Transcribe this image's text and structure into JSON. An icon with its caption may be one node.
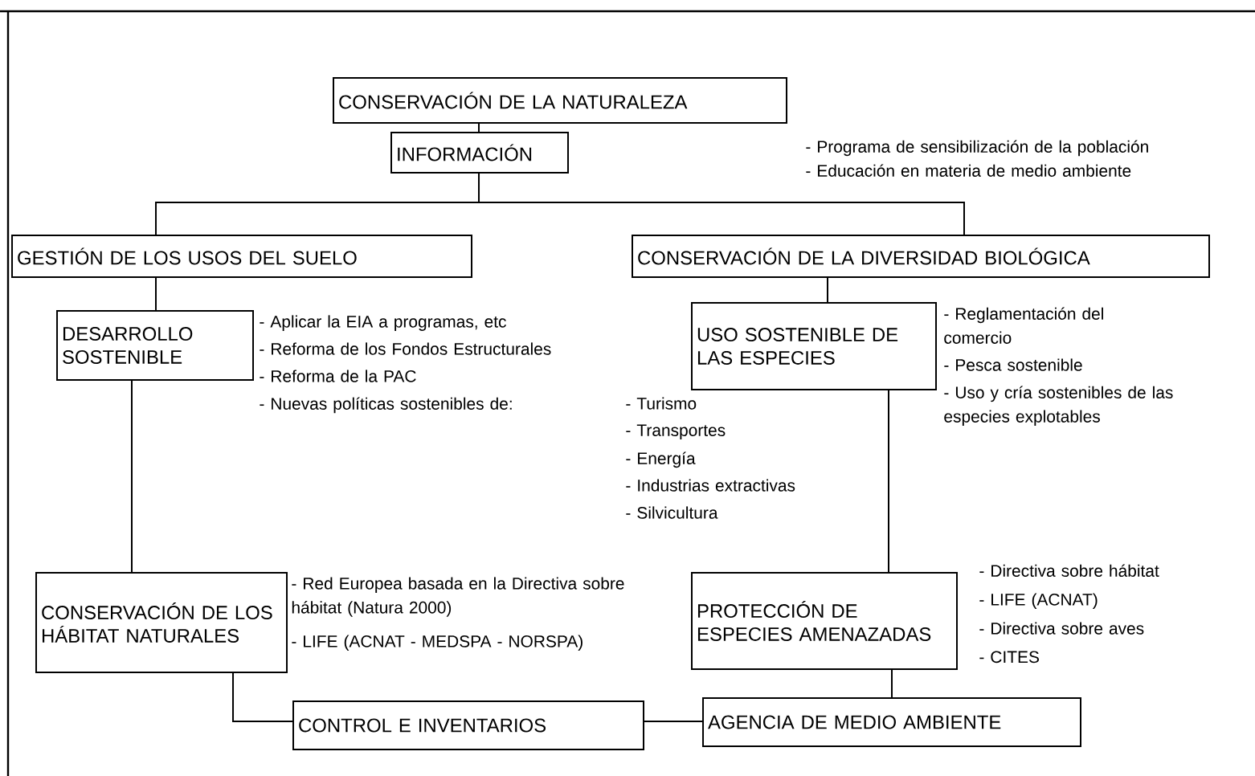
{
  "diagram": {
    "nodes": [
      {
        "text": [
          "CONSERVACIÓN DE LA NATURALEZA"
        ]
      },
      {
        "text": [
          "INFORMACIÓN"
        ],
        "beside": [
          "- Programa de sensibilización de la población",
          "- Educación en materia de medio ambiente"
        ]
      },
      {
        "text": [
          "GESTIÓN DE LOS USOS DEL SUELO"
        ]
      },
      {
        "text": [
          "CONSERVACIÓN DE LA DIVERSIDAD BIOLÓGICA"
        ]
      },
      {
        "text": [
          "DESARROLLO SOSTENIBLE"
        ],
        "beside": [
          "- Aplicar la EIA a programas, etc",
          "- Reforma de los Fondos Estructurales",
          "- Reforma de la PAC",
          "- Nuevas políticas sostenibles de:",
          "- Turismo",
          "- Transportes",
          "- Energía",
          "- Industrias extractivas",
          "- Silvicultura"
        ]
      },
      {
        "text": [
          "USO SOSTENIBLE DE LAS ESPECIES"
        ],
        "beside": [
          "- Reglamentación del comercio",
          "- Pesca sostenible",
          "- Uso y cría sostenibles de las especies explotables"
        ]
      },
      {
        "text": [
          "CONSERVACIÓN DE LOS HÁBITAT NATURALES"
        ],
        "beside": [
          "- Red Europea basada en la Directiva sobre hábitat (Natura 2000)",
          "- LIFE (ACNAT - MEDSPA - NORSPA)"
        ]
      },
      {
        "text": [
          "PROTECCIÓN DE ESPECIES AMENAZADAS"
        ],
        "beside": [
          "- Directiva sobre hábitat",
          "- LIFE (ACNAT)",
          "- Directiva sobre aves",
          "- CITES"
        ]
      },
      {
        "text": [
          "CONTROL E INVENTARIOS"
        ]
      },
      {
        "text": [
          "AGENCIA DE MEDIO AMBIENTE"
        ]
      }
    ],
    "edges": [
      {
        "from": 0,
        "to": 1,
        "arrow": "none"
      },
      {
        "from": 1,
        "to": 2,
        "arrow": "none"
      },
      {
        "from": 1,
        "to": 3,
        "arrow": "none"
      },
      {
        "from": 2,
        "to": 4,
        "arrow": "none"
      },
      {
        "from": 4,
        "to": 6,
        "arrow": "none"
      },
      {
        "from": 3,
        "to": 5,
        "arrow": "none"
      },
      {
        "from": 5,
        "to": 7,
        "arrow": "none"
      },
      {
        "from": 6,
        "to": 8,
        "arrow": "none"
      },
      {
        "from": 8,
        "to": 9,
        "arrow": "none"
      },
      {
        "from": 7,
        "to": 9,
        "arrow": "none"
      }
    ]
  }
}
